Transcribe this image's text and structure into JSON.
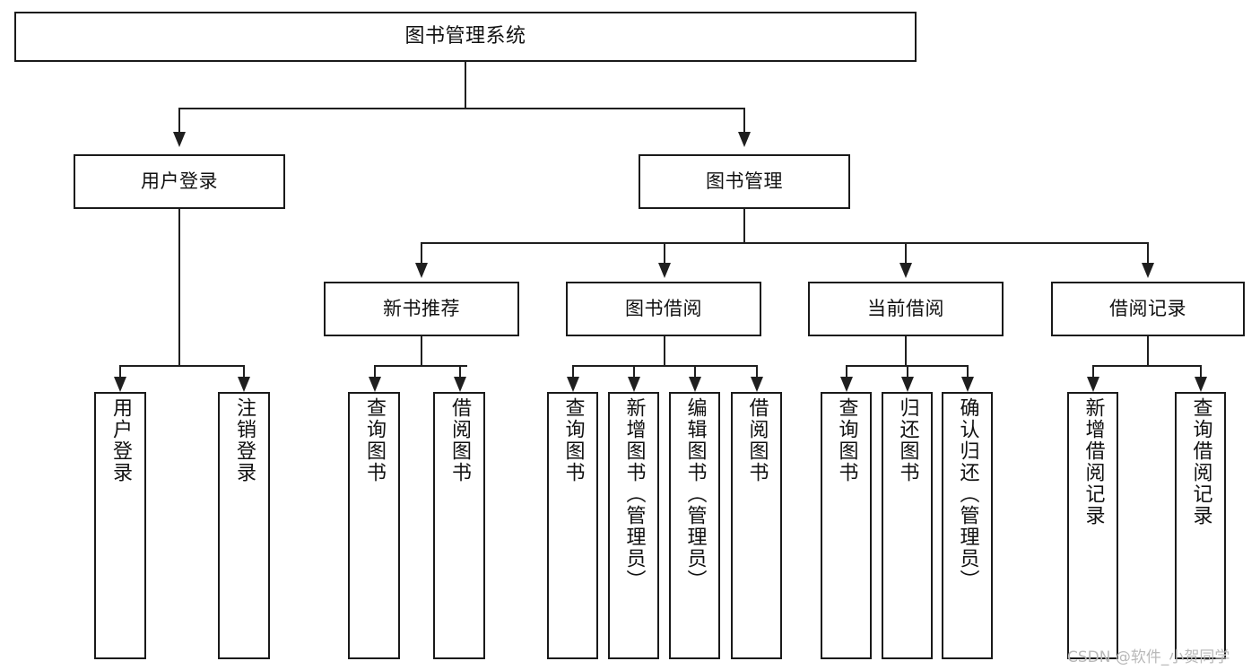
{
  "diagram": {
    "type": "tree",
    "title": "图书管理系统",
    "watermark": "CSDN @软件_小贺同学",
    "colors": {
      "stroke": "#1a1a1a",
      "fill": "#ffffff",
      "text": "#111111",
      "watermark": "#b9b9b9"
    },
    "nodes": {
      "root": {
        "label": "图书管理系统"
      },
      "level2": [
        {
          "label": "用户登录"
        },
        {
          "label": "图书管理"
        }
      ],
      "level3": [
        {
          "label": "新书推荐"
        },
        {
          "label": "图书借阅"
        },
        {
          "label": "当前借阅"
        },
        {
          "label": "借阅记录"
        }
      ],
      "leaves": {
        "user_login": [
          {
            "label": "用户登录"
          },
          {
            "label": "注销登录"
          }
        ],
        "new_book": [
          {
            "label": "查询图书"
          },
          {
            "label": "借阅图书"
          }
        ],
        "book_borrow": [
          {
            "label": "查询图书"
          },
          {
            "label": "新增图书（管理员）"
          },
          {
            "label": "编辑图书（管理员）"
          },
          {
            "label": "借阅图书"
          }
        ],
        "current_borrow": [
          {
            "label": "查询图书"
          },
          {
            "label": "归还图书"
          },
          {
            "label": "确认归还（管理员）"
          }
        ],
        "borrow_record": [
          {
            "label": "新增借阅记录"
          },
          {
            "label": "查询借阅记录"
          }
        ]
      }
    }
  }
}
